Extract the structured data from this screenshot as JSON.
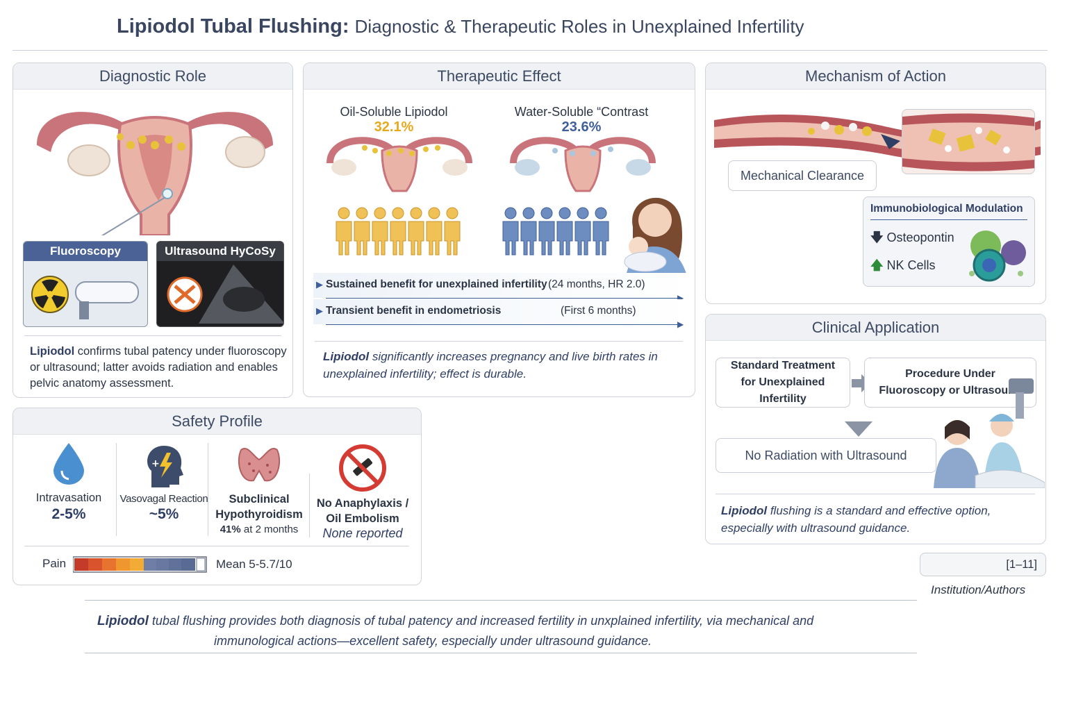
{
  "title": {
    "main": "Lipiodol Tubal Flushing:",
    "sub": "Diagnostic & Therapeutic Roles in Unexplained Infertility"
  },
  "diagnostic": {
    "header": "Diagnostic Role",
    "fluoro_label": "Fluoroscopy",
    "us_label": "Ultrasound HyCoSy",
    "note_lead": "Lipiodol",
    "note_rest": "confirms tubal patency under fluoroscopy or ultrasound; latter avoids radiation and enables pelvic anatomy assessment."
  },
  "therapeutic": {
    "header": "Therapeutic Effect",
    "oil_label": "Oil-Soluble Lipiodol",
    "oil_rate": "32.1%",
    "water_label": "Water-Soluble “Contrast",
    "water_rate": "23.6%",
    "benefit1_main": "Sustained benefit for unexplained infertility",
    "benefit1_extra": "(24 months, HR 2.0)",
    "benefit2_main": "Transient benefit in endometriosis",
    "benefit2_extra": "(First 6 months)",
    "note_lead": "Lipiodol",
    "note_rest": "significantly increases pregnancy and live birth rates in unexplained infertility; effect is durable."
  },
  "mechanism": {
    "header": "Mechanism of Action",
    "clearance": "Mechanical Clearance",
    "immuno_title": "Immunobiological Modulation",
    "osteopontin": "Osteopontin",
    "nk": "NK Cells"
  },
  "clinical": {
    "header": "Clinical Application",
    "step1_l1": "Standard Treatment",
    "step1_l2": "for Unexplained Infertility",
    "step2_l1": "Procedure Under",
    "step2_l2": "Fluoroscopy or Ultrasound",
    "no_radiation": "No Radiation with Ultrasound",
    "note_lead": "Lipiodol",
    "note_rest": "flushing is a standard and effective option, especially with ultrasound guidance."
  },
  "safety": {
    "header": "Safety Profile",
    "items": [
      {
        "label": "Intravasation",
        "value": "2-5%"
      },
      {
        "label": "Vasovagal Reaction",
        "value": "~5%"
      },
      {
        "label": "Subclinical Hypothyroidism",
        "value_bold": "41%",
        "value_rest": "at 2 months"
      },
      {
        "label": "No Anaphylaxis / Oil Embolism",
        "value": "None reported"
      }
    ],
    "pain_label": "Pain",
    "pain_value": "Mean 5-5.7/10"
  },
  "refs": "[1–11]",
  "institution": "Institution/Authors",
  "summary": {
    "lead": "Lipiodol",
    "line1": "tubal flushing provides both diagnosis of tubal patency and increased fertility in unxplained infertility, via mechanical and",
    "line2": "immunological actions—excellent safety, especially under ultrasound guidance."
  },
  "colors": {
    "oil": "#e8a81c",
    "water": "#3f5f99",
    "text_blue": "#2f3e64",
    "ok_green": "#2e8b3a"
  }
}
